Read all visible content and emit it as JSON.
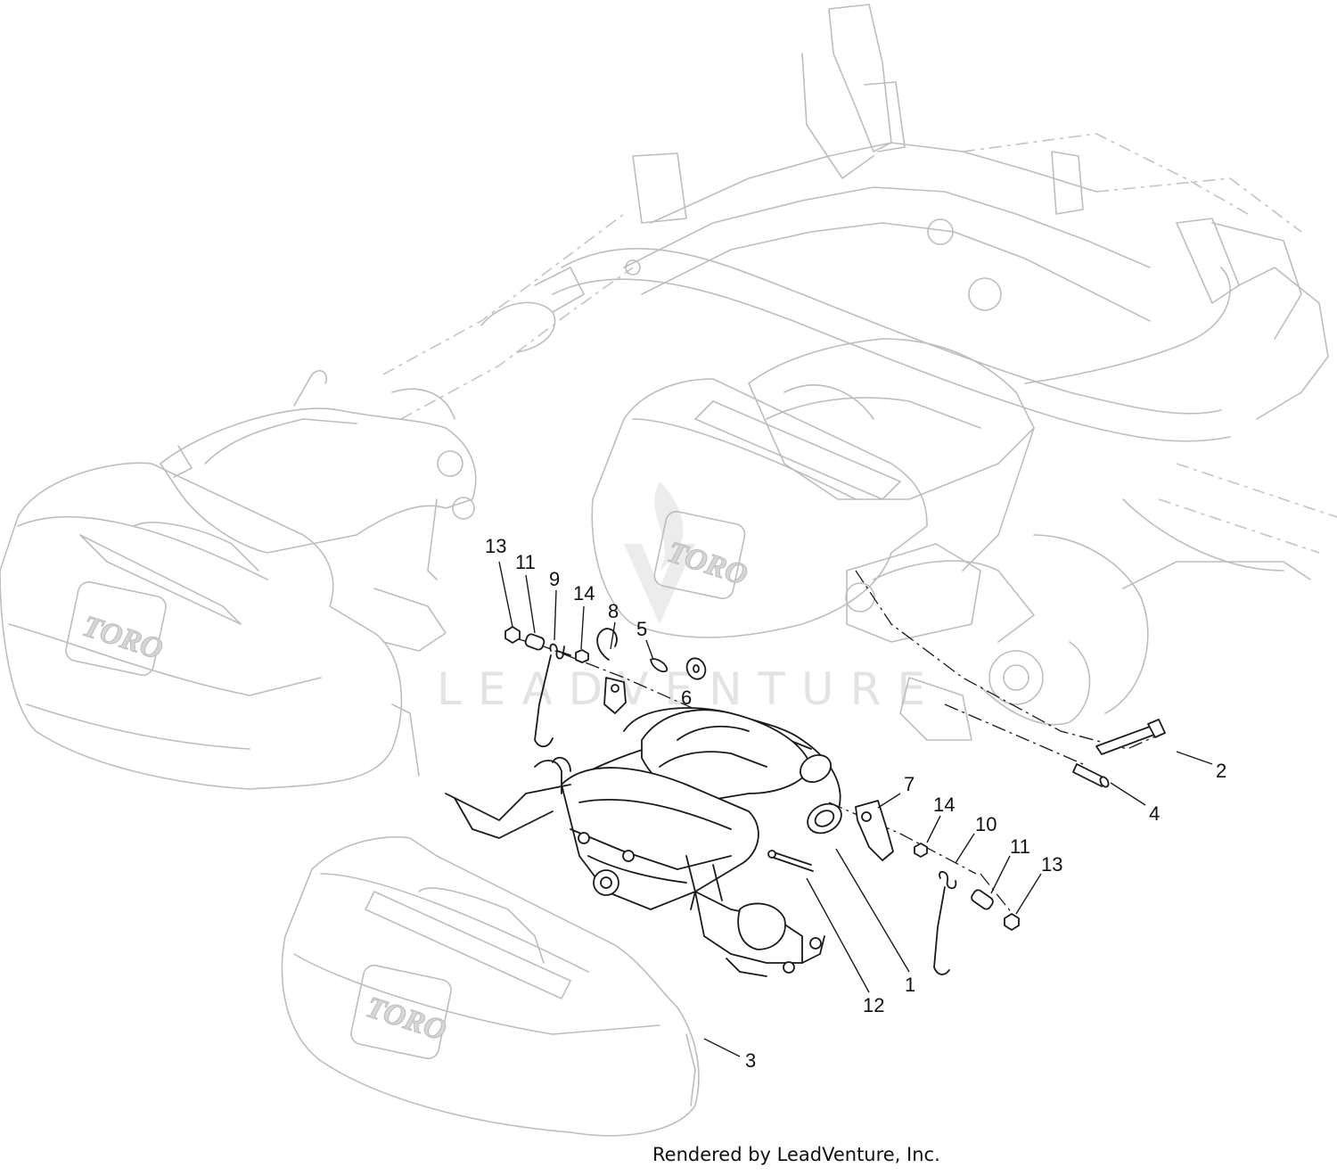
{
  "callouts": [
    {
      "id": "13",
      "label": "13"
    },
    {
      "id": "11",
      "label": "11"
    },
    {
      "id": "9",
      "label": "9"
    },
    {
      "id": "14",
      "label": "14"
    },
    {
      "id": "8",
      "label": "8"
    },
    {
      "id": "5",
      "label": "5"
    },
    {
      "id": "6",
      "label": "6"
    },
    {
      "id": "2",
      "label": "2"
    },
    {
      "id": "4",
      "label": "4"
    },
    {
      "id": "7",
      "label": "7"
    },
    {
      "id": "14b",
      "label": "14"
    },
    {
      "id": "10",
      "label": "10"
    },
    {
      "id": "11b",
      "label": "11"
    },
    {
      "id": "13b",
      "label": "13"
    },
    {
      "id": "1",
      "label": "1"
    },
    {
      "id": "12",
      "label": "12"
    },
    {
      "id": "3",
      "label": "3"
    }
  ],
  "logos": {
    "brand": "TORO"
  },
  "watermark": "LEADVENTURE",
  "footer": "Rendered by LeadVenture, Inc.",
  "colors": {
    "ghost_line": "#bdbdbd",
    "part_line": "#1a1a1a",
    "watermark": "#e3e3e3"
  }
}
